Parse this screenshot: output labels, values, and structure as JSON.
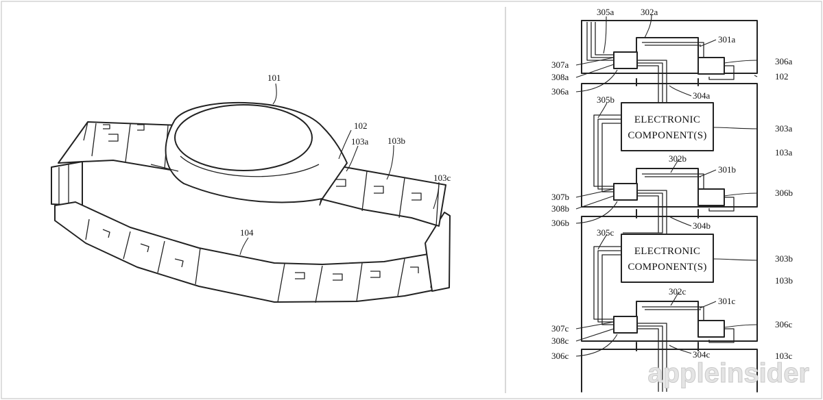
{
  "watermark": "appleinsider",
  "left_figure": {
    "labels": {
      "band_whole": "101",
      "housing": "102",
      "link_a": "103a",
      "link_b": "103b",
      "link_c": "103c",
      "band": "104"
    }
  },
  "right_figure": {
    "component_box_line1": "ELECTRONIC",
    "component_box_line2": "COMPONENT(S)",
    "labels": {
      "l305a": "305a",
      "l302a": "302a",
      "l301a": "301a",
      "l306a_r": "306a",
      "l307a": "307a",
      "l308a": "308a",
      "l306a_l": "306a",
      "l102": "102",
      "l304a": "304a",
      "l305b": "305b",
      "l303a": "303a",
      "l103a": "103a",
      "l302b": "302b",
      "l301b": "301b",
      "l306b_r": "306b",
      "l307b": "307b",
      "l308b": "308b",
      "l306b_l": "306b",
      "l304b": "304b",
      "l305c": "305c",
      "l303b": "303b",
      "l103b": "103b",
      "l302c": "302c",
      "l301c": "301c",
      "l306c_r": "306c",
      "l307c": "307c",
      "l308c": "308c",
      "l306c_l": "306c",
      "l304c": "304c",
      "l103c": "103c"
    }
  }
}
